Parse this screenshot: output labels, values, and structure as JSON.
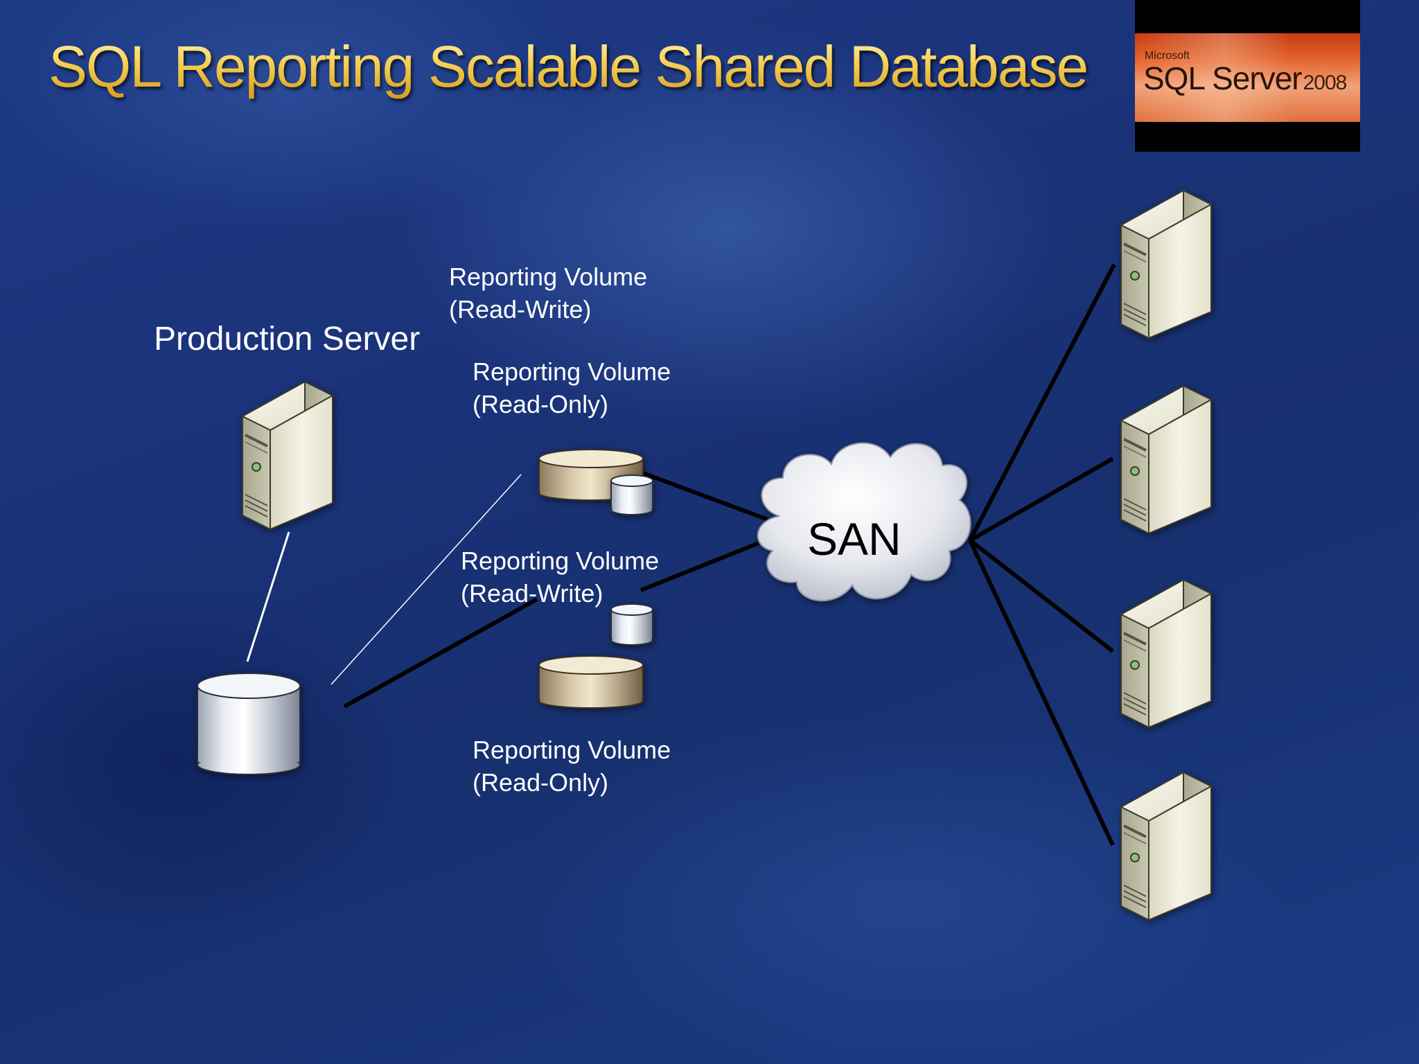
{
  "slide": {
    "title": "SQL Reporting Scalable Shared Database"
  },
  "logo": {
    "brand": "Microsoft",
    "product": "SQL Server",
    "version": "2008"
  },
  "diagram": {
    "production_server_label": "Production Server",
    "san_label": "SAN",
    "volumes": [
      {
        "line1": "Reporting Volume",
        "line2": "(Read-Write)"
      },
      {
        "line1": "Reporting Volume",
        "line2": "(Read-Only)"
      },
      {
        "line1": "Reporting Volume",
        "line2": "(Read-Write)"
      },
      {
        "line1": "Reporting Volume",
        "line2": "(Read-Only)"
      }
    ]
  },
  "colors": {
    "title_gold": "#f6cf52",
    "background_blue": "#1a3278",
    "server_body": "#ecebd8",
    "connector_black": "#000000",
    "connector_white": "#ffffff"
  }
}
